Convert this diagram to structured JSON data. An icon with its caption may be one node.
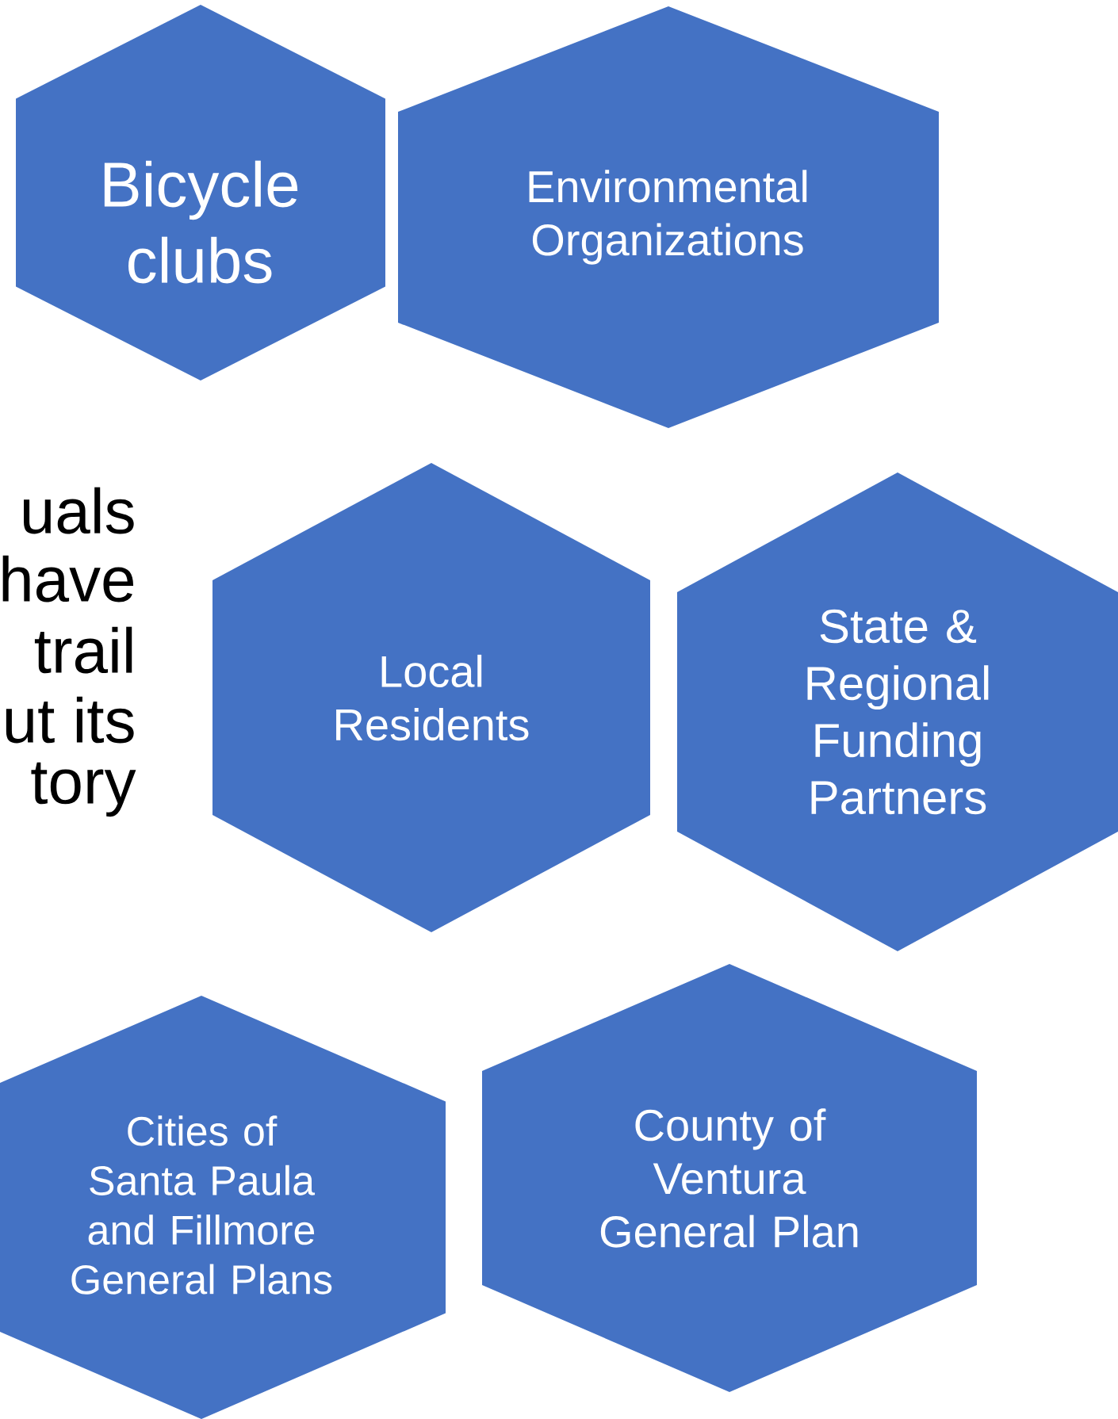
{
  "diagram": {
    "nodes": [
      {
        "text": [
          "Bicycle clubs"
        ]
      },
      {
        "text": [
          "Environmental Organizations"
        ]
      },
      {
        "text": [
          "Local Residents"
        ]
      },
      {
        "text": [
          "State & Regional Funding Partners"
        ]
      },
      {
        "text": [
          "Cities of Santa Paula and Fillmore General Plans"
        ]
      },
      {
        "text": [
          "County of Ventura General Plan"
        ]
      }
    ],
    "labels": [
      "uals",
      "have",
      "trail",
      "ut its",
      "tory"
    ]
  }
}
